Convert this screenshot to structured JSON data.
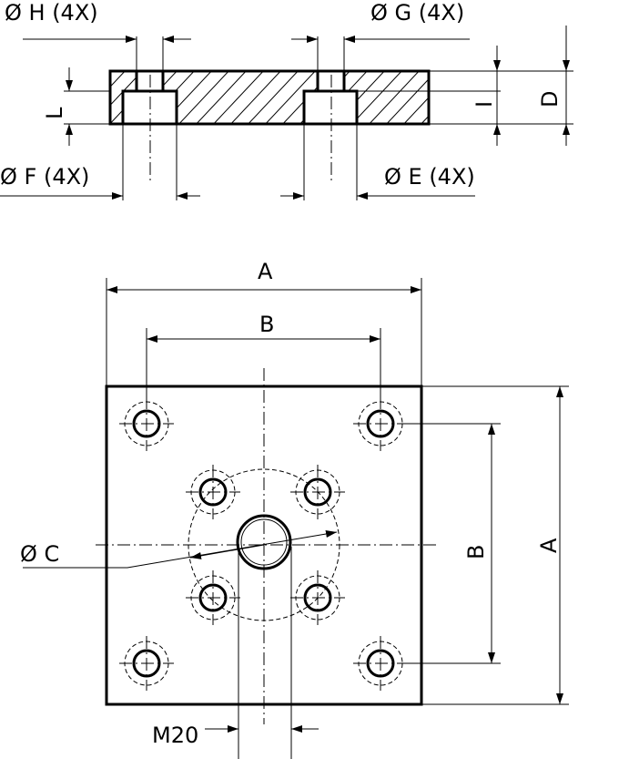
{
  "side_view": {
    "label_h": "Ø H (4X)",
    "label_g": "Ø G (4X)",
    "label_f": "Ø F (4X)",
    "label_e": "Ø E (4X)",
    "label_l": "L",
    "label_i": "I",
    "label_d": "D"
  },
  "top_view": {
    "label_a_top": "A",
    "label_b_top": "B",
    "label_c": "Ø C",
    "label_b_side": "B",
    "label_a_side": "A",
    "label_thread": "M20"
  },
  "colors": {
    "line": "#000000",
    "background": "#ffffff"
  }
}
